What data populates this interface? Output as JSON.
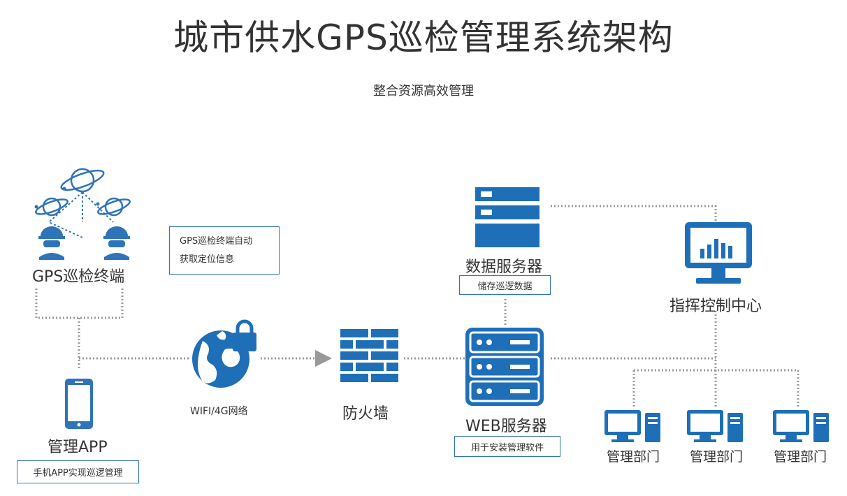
{
  "title": "城市供水GPS巡检管理系统架构",
  "subtitle": "整合资源高效管理",
  "colors": {
    "accent": "#1e6fb8",
    "line": "#999999",
    "text": "#333333"
  },
  "nodes": {
    "gps_terminal": {
      "label": "GPS巡检终端",
      "icon": "satellite-workers-icon"
    },
    "gps_note": {
      "line1": "GPS巡检终端自动",
      "line2": "获取定位信息"
    },
    "app": {
      "label": "管理APP",
      "note": "手机APP实现巡逻管理",
      "icon": "smartphone-icon"
    },
    "network": {
      "label": "WIFI/4G网络",
      "icon": "globe-lock-icon"
    },
    "firewall": {
      "label": "防火墙",
      "icon": "brick-wall-icon"
    },
    "data_server": {
      "label": "数据服务器",
      "note": "储存巡逻数据",
      "icon": "server-rack-icon"
    },
    "web_server": {
      "label": "WEB服务器",
      "note": "用于安装管理软件",
      "icon": "server-icon"
    },
    "command_center": {
      "label": "指挥控制中心",
      "icon": "monitor-chart-icon"
    },
    "departments": [
      {
        "label": "管理部门",
        "icon": "desktop-computer-icon"
      },
      {
        "label": "管理部门",
        "icon": "desktop-computer-icon"
      },
      {
        "label": "管理部门",
        "icon": "desktop-computer-icon"
      }
    ]
  }
}
